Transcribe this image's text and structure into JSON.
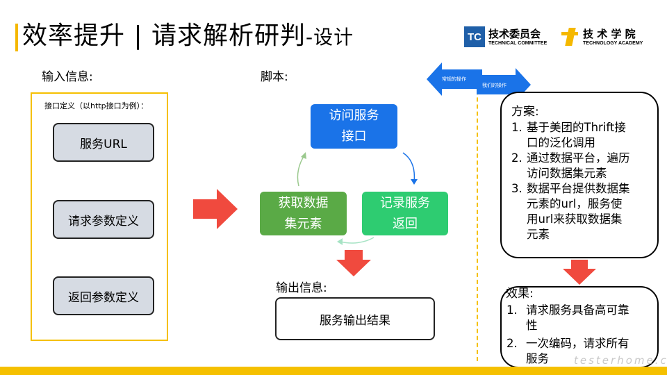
{
  "title": {
    "main": "效率提升 | 请求解析研判",
    "sub": "-设计"
  },
  "logos": [
    {
      "mark": "TC",
      "name": "技术委员会",
      "en": "TECHNICAL COMMITTEE"
    },
    {
      "mark": "T",
      "name": "技 术 学 院",
      "en": "TECHNOLOGY ACADEMY"
    }
  ],
  "input_section": {
    "label": "输入信息:",
    "note": "接口定义（以http接口为例）：",
    "items": [
      "服务URL",
      "请求参数定义",
      "返回参数定义"
    ]
  },
  "script_section": {
    "label": "脚本:",
    "cycle": [
      {
        "text_line1": "访问服务",
        "text_line2": "接口",
        "color": "#1a73e8"
      },
      {
        "text_line1": "记录服务",
        "text_line2": "返回",
        "color": "#2ecc71"
      },
      {
        "text_line1": "获取数据",
        "text_line2": "集元素",
        "color": "#5aaa46"
      }
    ]
  },
  "output_section": {
    "label": "输出信息:",
    "value": "服务输出结果"
  },
  "direction_arrows": {
    "left": "常规的操作",
    "right": "我们的操作"
  },
  "plan": {
    "title": "方案:",
    "items": [
      {
        "num": "1.",
        "lines": [
          "基于美团的Thrift接",
          "口的泛化调用"
        ]
      },
      {
        "num": "2.",
        "lines": [
          "通过数据平台，遍历",
          "访问数据集元素"
        ]
      },
      {
        "num": "3.",
        "lines": [
          "数据平台提供数据集",
          "元素的url，服务使",
          "用url来获取数据集",
          "元素"
        ]
      }
    ]
  },
  "effect": {
    "title": "效果:",
    "items": [
      {
        "num": "1.",
        "lines": [
          "请求服务具备高可靠",
          "性"
        ]
      },
      {
        "num": "2.",
        "lines": [
          "一次编码，请求所有",
          "服务"
        ]
      }
    ]
  },
  "watermark": "testerhome.com",
  "colors": {
    "accent_yellow": "#f5c000",
    "arrow_red": "#f04a3e",
    "arrow_blue": "#1a73e8",
    "box_gray": "#d6dbe3"
  }
}
